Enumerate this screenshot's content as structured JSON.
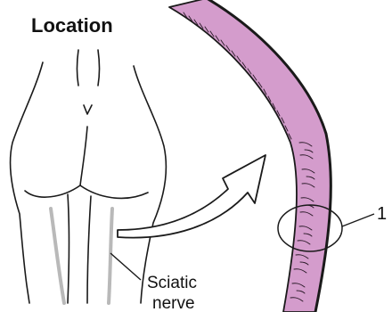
{
  "title": "Location",
  "labels": {
    "sciatic_line1": "Sciatic",
    "sciatic_line2": "nerve",
    "callout_number": "1"
  },
  "colors": {
    "nerve_fill": "#d49ccc",
    "outline": "#1a1a1a",
    "leg_nerve": "#b9b9b9",
    "background": "#ffffff"
  },
  "icons": {
    "arrow": "curved-arrow-icon"
  }
}
